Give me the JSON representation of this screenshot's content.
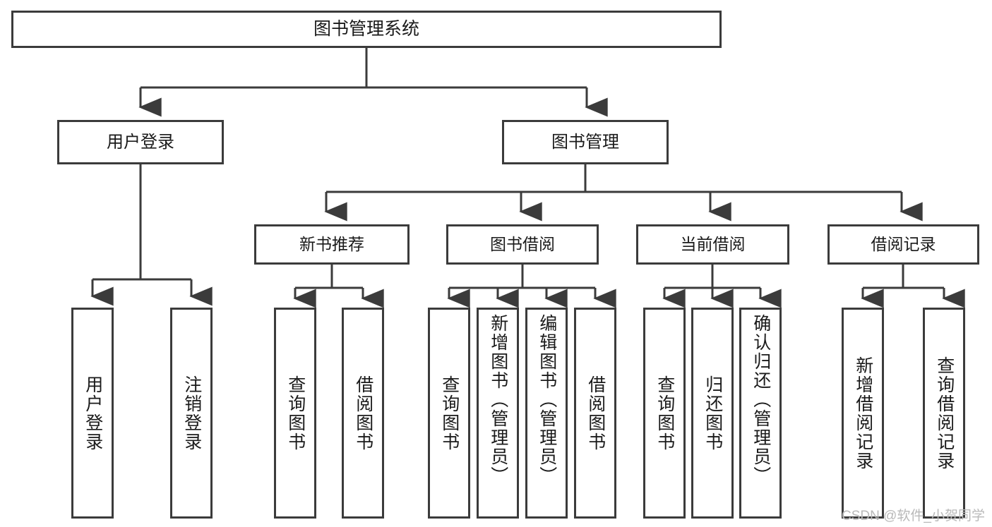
{
  "diagram": {
    "title": "图书管理系统",
    "type": "tree-hierarchy-diagram",
    "root": {
      "label": "图书管理系统"
    },
    "level2": [
      {
        "label": "用户登录"
      },
      {
        "label": "图书管理"
      }
    ],
    "level3": [
      {
        "label": "新书推荐"
      },
      {
        "label": "图书借阅"
      },
      {
        "label": "当前借阅"
      },
      {
        "label": "借阅记录"
      }
    ],
    "leaves": {
      "user_login": [
        {
          "label": "用户登录"
        },
        {
          "label": "注销登录"
        }
      ],
      "new_book_recommend": [
        {
          "label": "查询图书"
        },
        {
          "label": "借阅图书"
        }
      ],
      "book_borrow": [
        {
          "label": "查询图书"
        },
        {
          "label": "新增图书（管理员）"
        },
        {
          "label": "编辑图书（管理员）"
        },
        {
          "label": "借阅图书"
        }
      ],
      "current_borrow": [
        {
          "label": "查询图书"
        },
        {
          "label": "归还图书"
        },
        {
          "label": "确认归还（管理员）"
        }
      ],
      "borrow_record": [
        {
          "label": "新增借阅记录"
        },
        {
          "label": "查询借阅记录"
        }
      ]
    }
  },
  "watermark": {
    "text": "CSDN @软件_小贺同学"
  },
  "colors": {
    "border": "#3b3b3b",
    "background": "#ffffff",
    "text": "#1a1a1a",
    "watermark": "#b9b9b9"
  }
}
